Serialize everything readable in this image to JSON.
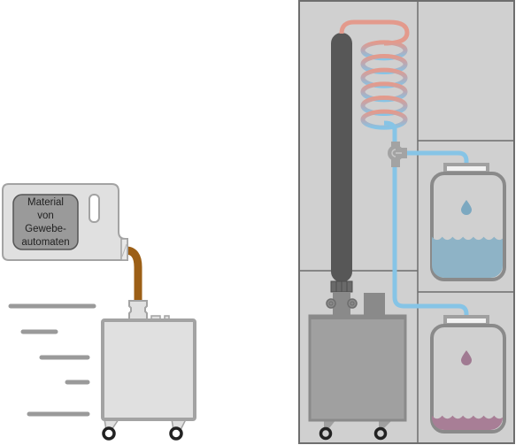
{
  "canister": {
    "label_lines": [
      "Material",
      "von",
      "Gewebe-",
      "automaten"
    ]
  },
  "colors": {
    "background": "#ffffff",
    "cabinet_fill": "#d0d0d0",
    "cabinet_border": "#6e6e6e",
    "device_fill": "#a0a0a0",
    "device_border": "#8a8a8a",
    "column": "#575757",
    "flow_hot": "#e39a8c",
    "flow_cold": "#86c4e6",
    "liquid_clean": "#8eb3c6",
    "liquid_waste": "#a87e96",
    "drip_clean": "#7ca8c0",
    "drip_waste": "#a07a92",
    "hose_brown": "#9c5f16",
    "light_device_fill": "#e0e0e0",
    "light_device_border": "#a3a3a3",
    "speed_lines": "#9a9a9a",
    "wheel": "#222222"
  },
  "containers": {
    "clean": {
      "fill_level": 0.4
    },
    "waste": {
      "fill_level": 0.14
    }
  },
  "coil": {
    "turns": 6
  }
}
